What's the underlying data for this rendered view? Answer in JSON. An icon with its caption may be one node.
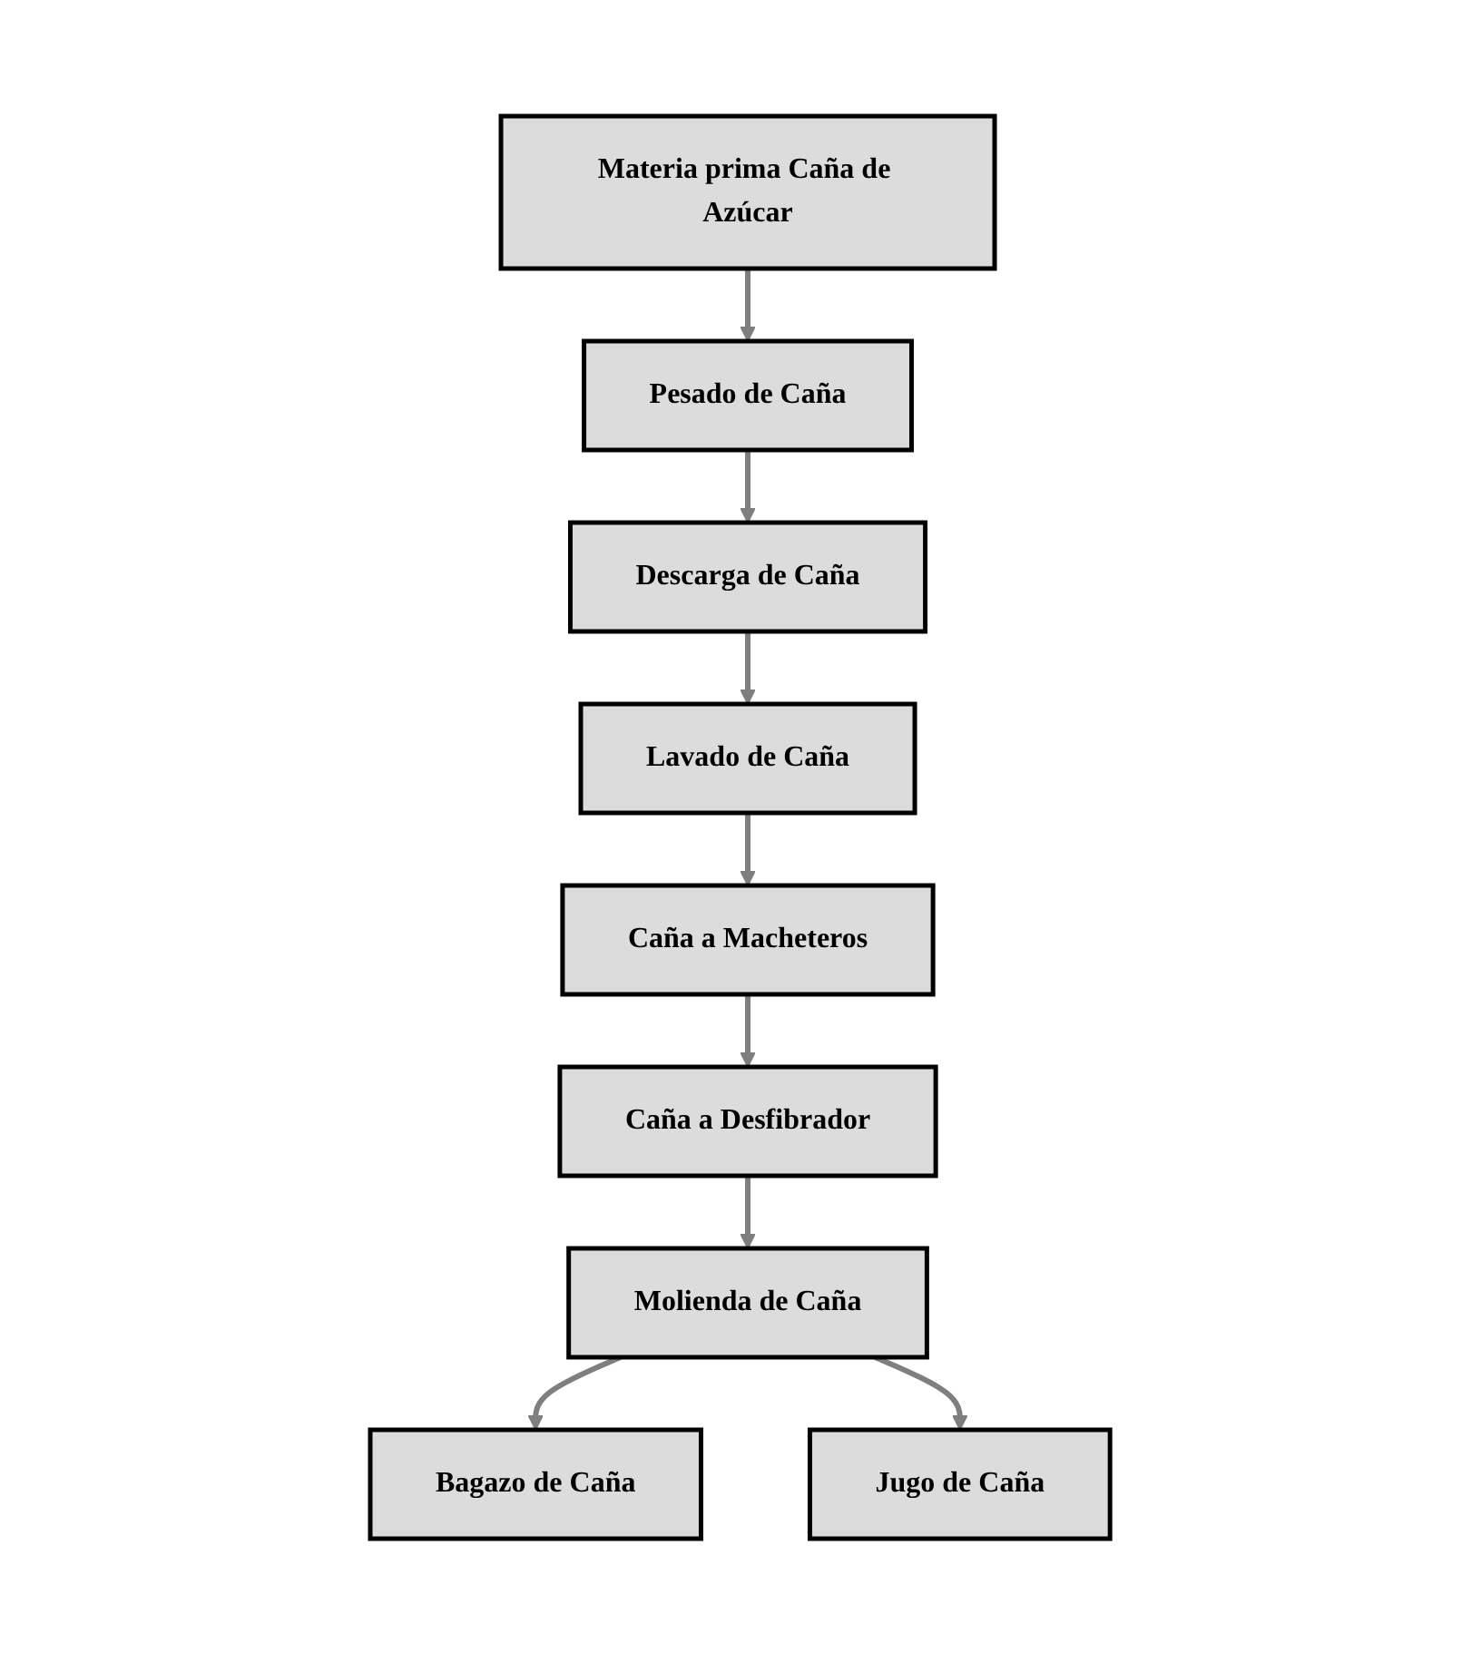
{
  "diagram": {
    "nodes": [
      {
        "text": [
          "Materia prima Caña de Azúcar"
        ]
      },
      {
        "text": [
          "Pesado de Caña"
        ]
      },
      {
        "text": [
          "Descarga de Caña"
        ]
      },
      {
        "text": [
          "Lavado de Caña"
        ]
      },
      {
        "text": [
          "Caña a Macheteros"
        ]
      },
      {
        "text": [
          "Caña a Desfibrador"
        ]
      },
      {
        "text": [
          "Molienda de Caña"
        ]
      },
      {
        "text": [
          "Bagazo de Caña"
        ]
      },
      {
        "text": [
          "Jugo de Caña"
        ]
      }
    ],
    "edges": [
      {
        "from": 0,
        "to": 1,
        "arrow": "to"
      },
      {
        "from": 1,
        "to": 2,
        "arrow": "to"
      },
      {
        "from": 2,
        "to": 3,
        "arrow": "to"
      },
      {
        "from": 3,
        "to": 4,
        "arrow": "to"
      },
      {
        "from": 4,
        "to": 5,
        "arrow": "to"
      },
      {
        "from": 5,
        "to": 6,
        "arrow": "to"
      },
      {
        "from": 6,
        "to": 7,
        "arrow": "to"
      },
      {
        "from": 6,
        "to": 8,
        "arrow": "to"
      }
    ]
  }
}
